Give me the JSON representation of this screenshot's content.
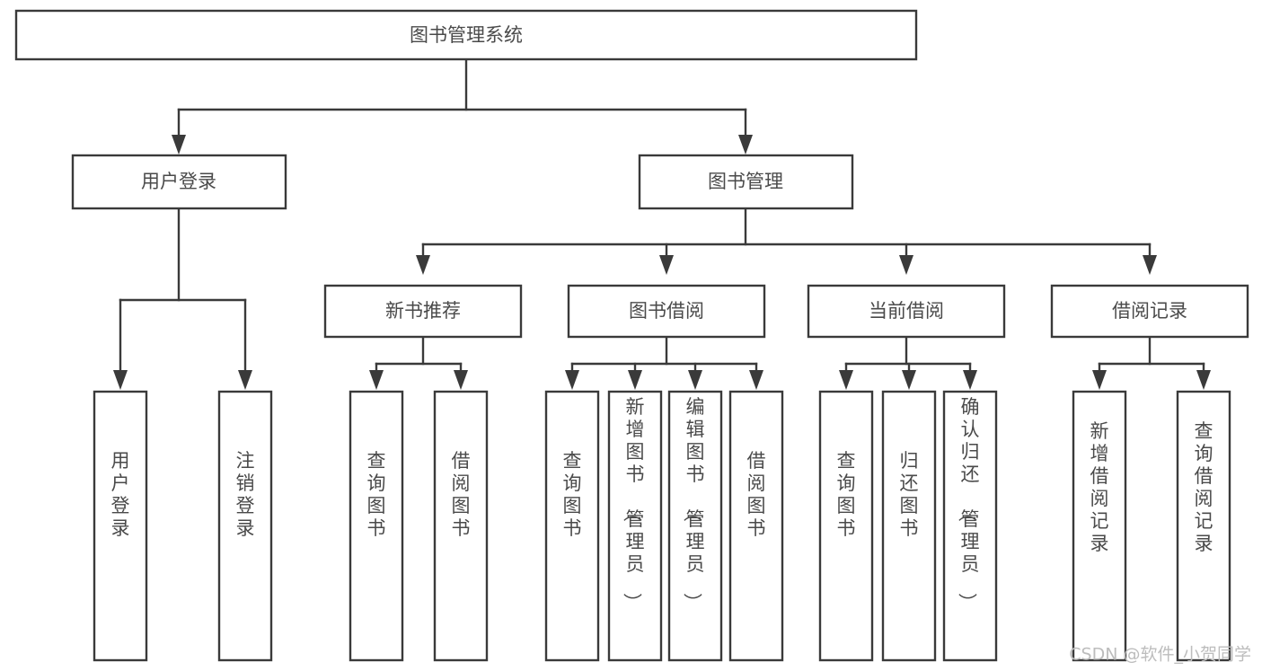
{
  "diagram": {
    "type": "hierarchy-tree",
    "title": "图书管理系统",
    "watermark": "CSDN @软件_小贺同学",
    "colors": {
      "background": "#ffffff",
      "box_fill": "#ffffff",
      "box_stroke": "#3a3a3a",
      "text": "#4a4a4a",
      "watermark": "#bdbdbd"
    },
    "levels": {
      "root": {
        "label": "图书管理系统"
      },
      "level2": [
        {
          "label": "用户登录"
        },
        {
          "label": "图书管理"
        }
      ],
      "level3": [
        {
          "label": "新书推荐"
        },
        {
          "label": "图书借阅"
        },
        {
          "label": "当前借阅"
        },
        {
          "label": "借阅记录"
        }
      ]
    },
    "leaves": {
      "user_login": [
        {
          "label": "用户登录"
        },
        {
          "label": "注销登录"
        }
      ],
      "new_book_recommend": [
        {
          "label": "查询图书"
        },
        {
          "label": "借阅图书"
        }
      ],
      "book_borrow": [
        {
          "label": "查询图书"
        },
        {
          "label": "新增图书（管理员）"
        },
        {
          "label": "编辑图书（管理员）"
        },
        {
          "label": "借阅图书"
        }
      ],
      "current_borrow": [
        {
          "label": "查询图书"
        },
        {
          "label": "归还图书"
        },
        {
          "label": "确认归还（管理员）"
        }
      ],
      "borrow_record": [
        {
          "label": "新增借阅记录"
        },
        {
          "label": "查询借阅记录"
        }
      ]
    }
  }
}
